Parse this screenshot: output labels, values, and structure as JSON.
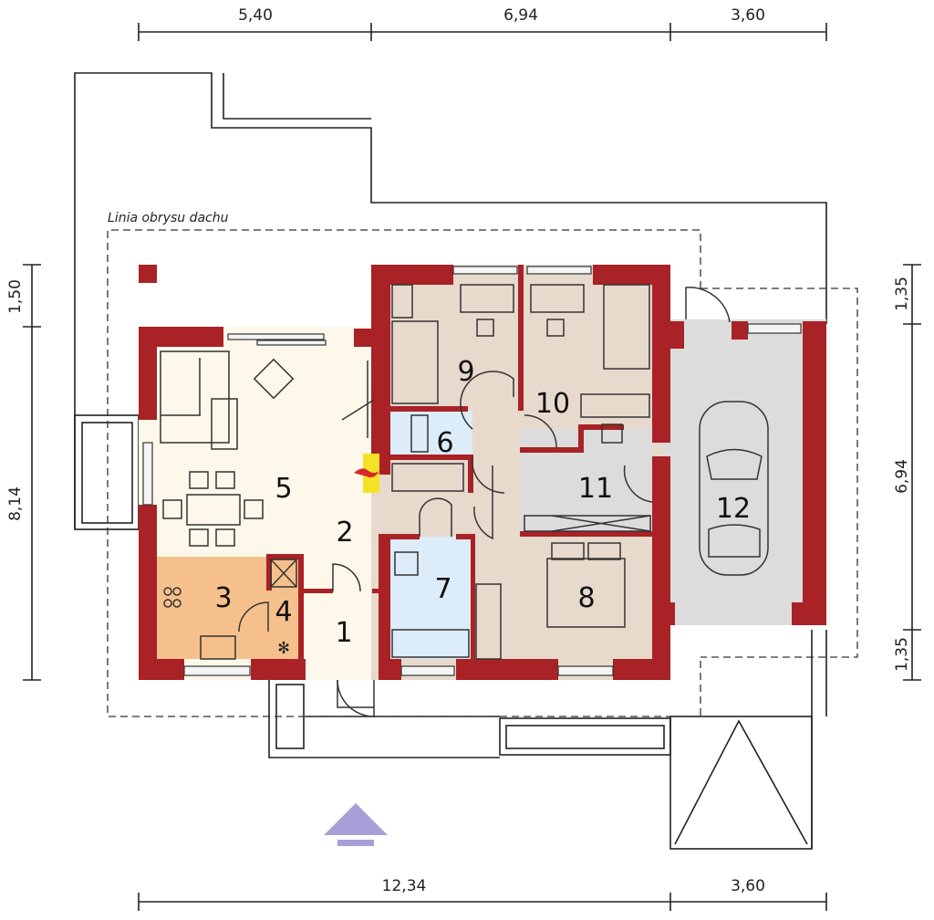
{
  "plan": {
    "roof_outline_label": "Linia obrysu dachu",
    "dimensions": {
      "top": [
        "5,40",
        "6,94",
        "3,60"
      ],
      "bottom": [
        "12,34",
        "3,60"
      ],
      "left": [
        "1,50",
        "8,14"
      ],
      "right": [
        "1,35",
        "6,94",
        "1,35"
      ]
    },
    "rooms": [
      "1",
      "2",
      "3",
      "4",
      "5",
      "6",
      "7",
      "8",
      "9",
      "10",
      "11",
      "12"
    ],
    "colors": {
      "wall": "#a82226",
      "living": "#fdf8ea",
      "bedroom": "#e8d9cd",
      "bathroom": "#dcecf8",
      "kitchen": "#f6c08c",
      "utility": "#dcdcdc",
      "entry_arrow": "#a99fd8"
    }
  }
}
